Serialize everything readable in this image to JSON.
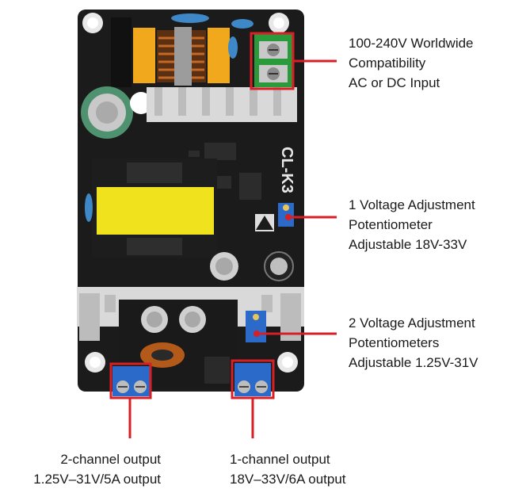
{
  "callouts": {
    "input": {
      "lines": [
        "100-240V Worldwide",
        "Compatibility",
        "AC or DC Input"
      ]
    },
    "pot_single": {
      "lines": [
        "1 Voltage Adjustment",
        "Potentiometer",
        "Adjustable 18V-33V"
      ]
    },
    "pot_dual": {
      "lines": [
        "2 Voltage Adjustment",
        "Potentiometers",
        "Adjustable 1.25V-31V"
      ]
    },
    "output_dual": {
      "lines": [
        "2-channel output",
        "1.25V–31V/5A output"
      ]
    },
    "output_single": {
      "lines": [
        "1-channel output",
        "18V–33V/6A output"
      ]
    }
  },
  "board": {
    "silkscreen": "CL-K3"
  },
  "colors": {
    "pcb": "#1b1b1b",
    "callout": "#d81f26",
    "terminal_green": "#2a9a3a",
    "terminal_blue": "#1f4fae",
    "transformer": "#f0e21c"
  }
}
